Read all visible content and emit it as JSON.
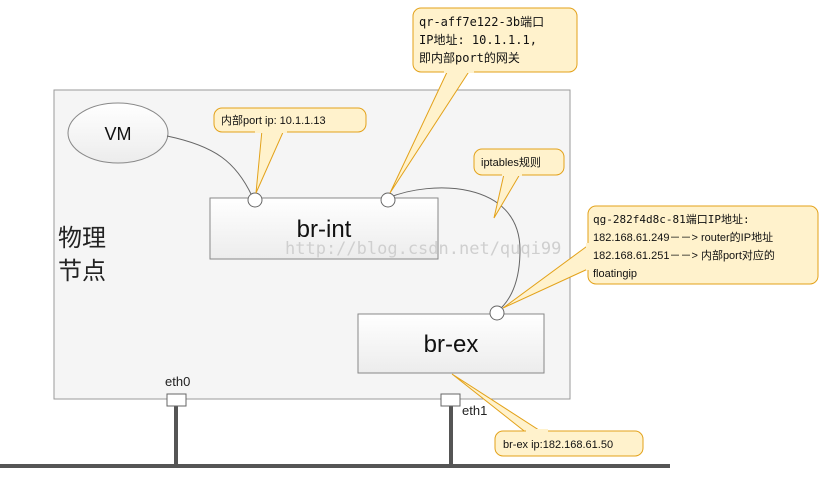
{
  "node": {
    "label_line1": "物理",
    "label_line2": "节点"
  },
  "vm": {
    "label": "VM"
  },
  "bridges": {
    "br_int": "br-int",
    "br_ex": "br-ex"
  },
  "interfaces": {
    "eth0": "eth0",
    "eth1": "eth1"
  },
  "watermark": "http://blog.csdn.net/quqi99",
  "callouts": {
    "internal_port_ip": "内部port ip: 10.1.1.13",
    "qr_port": {
      "line1": "qr-aff7e122-3b端口",
      "line2": "IP地址: 10.1.1.1,",
      "line3": "即内部port的网关"
    },
    "iptables": "iptables规则",
    "qg_port": {
      "line1": "qg-282f4d8c-81端口IP地址:",
      "line2": "182.168.61.249－－> router的IP地址",
      "line3": "182.168.61.251－－> 内部port对应的",
      "line4": "floatingip"
    },
    "br_ex_ip": "br-ex ip:182.168.61.50"
  },
  "colors": {
    "callout_fill": "#fff2cc",
    "callout_stroke": "#e3a21a",
    "node_fill": "#f4f4f4",
    "node_stroke": "#999999",
    "line": "#666666"
  }
}
